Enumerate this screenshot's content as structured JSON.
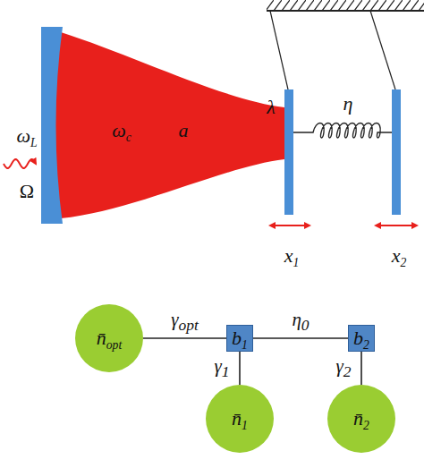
{
  "diagram": {
    "nodes": [
      {
        "text": [
          "n̄opt"
        ]
      },
      {
        "text": [
          "b1"
        ]
      },
      {
        "text": [
          "b2"
        ]
      },
      {
        "text": [
          "n̄1"
        ]
      },
      {
        "text": [
          "n̄2"
        ]
      }
    ],
    "edges": [
      {
        "from": 0,
        "to": 1,
        "label": "γopt",
        "arrow": "none"
      },
      {
        "from": 1,
        "to": 2,
        "label": "η0",
        "arrow": "none"
      },
      {
        "from": 1,
        "to": 3,
        "label": "γ1",
        "arrow": "none"
      },
      {
        "from": 2,
        "to": 4,
        "label": "γ2",
        "arrow": "none"
      }
    ],
    "labels": [
      "ωL",
      "Ω",
      "ωc",
      "a",
      "λ",
      "η",
      "x1",
      "x2"
    ]
  }
}
